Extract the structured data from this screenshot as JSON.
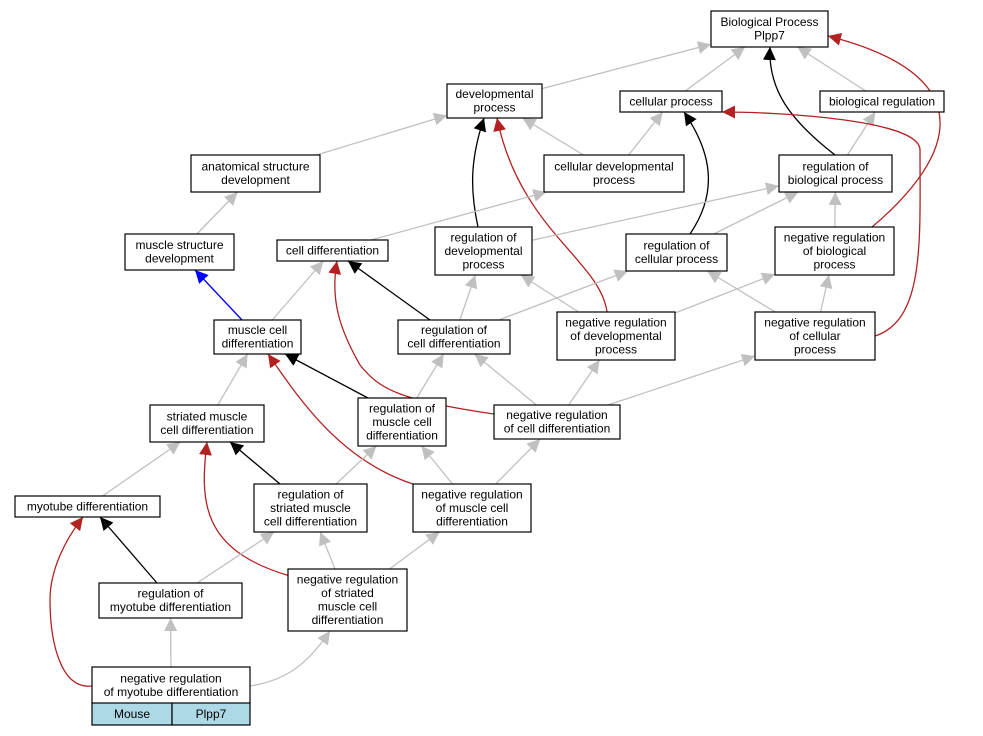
{
  "colors": {
    "is_a": "#c0c0c0",
    "regulates": "#000000",
    "negatively_regulates": "#b22222",
    "part_of": "#0000ff",
    "legend_fill": "#add8e6"
  },
  "nodes": {
    "bp": {
      "lines": [
        "Biological Process",
        "Plpp7"
      ]
    },
    "dev": {
      "lines": [
        "developmental",
        "process"
      ]
    },
    "cell": {
      "lines": [
        "cellular process"
      ]
    },
    "biolreg": {
      "lines": [
        "biological regulation"
      ]
    },
    "anat": {
      "lines": [
        "anatomical structure",
        "development"
      ]
    },
    "celldev": {
      "lines": [
        "cellular developmental",
        "process"
      ]
    },
    "regbio": {
      "lines": [
        "regulation of",
        "biological process"
      ]
    },
    "muscstr": {
      "lines": [
        "muscle structure",
        "development"
      ]
    },
    "celldiff": {
      "lines": [
        "cell differentiation"
      ]
    },
    "regdev": {
      "lines": [
        "regulation of",
        "developmental",
        "process"
      ]
    },
    "regcell": {
      "lines": [
        "regulation of",
        "cellular process"
      ]
    },
    "negregbio": {
      "lines": [
        "negative regulation",
        "of biological",
        "process"
      ]
    },
    "musccell": {
      "lines": [
        "muscle cell",
        "differentiation"
      ]
    },
    "regcelldiff": {
      "lines": [
        "regulation of",
        "cell differentiation"
      ]
    },
    "negregdev": {
      "lines": [
        "negative regulation",
        "of developmental",
        "process"
      ]
    },
    "negregcell": {
      "lines": [
        "negative regulation",
        "of cellular",
        "process"
      ]
    },
    "strmusc": {
      "lines": [
        "striated muscle",
        "cell differentiation"
      ]
    },
    "regmusc": {
      "lines": [
        "regulation of",
        "muscle cell",
        "differentiation"
      ]
    },
    "negregcelldiff": {
      "lines": [
        "negative regulation",
        "of cell differentiation"
      ]
    },
    "myotube": {
      "lines": [
        "myotube differentiation"
      ]
    },
    "regstr": {
      "lines": [
        "regulation of",
        "striated muscle",
        "cell differentiation"
      ]
    },
    "negregmusc": {
      "lines": [
        "negative regulation",
        "of muscle cell",
        "differentiation"
      ]
    },
    "regmyo": {
      "lines": [
        "regulation of",
        "myotube differentiation"
      ]
    },
    "negregstr": {
      "lines": [
        "negative regulation",
        "of striated",
        "muscle cell",
        "differentiation"
      ]
    },
    "negregmyo": {
      "lines": [
        "negative regulation",
        "of myotube differentiation"
      ]
    }
  },
  "legend": {
    "species": "Mouse",
    "gene": "Plpp7"
  },
  "edges": [
    {
      "from": "dev",
      "to": "bp",
      "type": "is_a"
    },
    {
      "from": "cell",
      "to": "bp",
      "type": "is_a"
    },
    {
      "from": "biolreg",
      "to": "bp",
      "type": "is_a"
    },
    {
      "from": "regbio",
      "to": "bp",
      "type": "regulates"
    },
    {
      "from": "negregbio",
      "to": "bp",
      "type": "negatively_regulates"
    },
    {
      "from": "anat",
      "to": "dev",
      "type": "is_a"
    },
    {
      "from": "celldev",
      "to": "dev",
      "type": "is_a"
    },
    {
      "from": "celldev",
      "to": "cell",
      "type": "is_a"
    },
    {
      "from": "regbio",
      "to": "biolreg",
      "type": "is_a"
    },
    {
      "from": "regdev",
      "to": "dev",
      "type": "regulates"
    },
    {
      "from": "negregdev",
      "to": "dev",
      "type": "negatively_regulates"
    },
    {
      "from": "regcell",
      "to": "cell",
      "type": "regulates"
    },
    {
      "from": "negregcell",
      "to": "cell",
      "type": "negatively_regulates"
    },
    {
      "from": "muscstr",
      "to": "anat",
      "type": "is_a"
    },
    {
      "from": "celldiff",
      "to": "celldev",
      "type": "is_a"
    },
    {
      "from": "regdev",
      "to": "regbio",
      "type": "is_a"
    },
    {
      "from": "regcell",
      "to": "regbio",
      "type": "is_a"
    },
    {
      "from": "negregbio",
      "to": "regbio",
      "type": "is_a"
    },
    {
      "from": "musccell",
      "to": "muscstr",
      "type": "part_of"
    },
    {
      "from": "musccell",
      "to": "celldiff",
      "type": "is_a"
    },
    {
      "from": "regcelldiff",
      "to": "celldiff",
      "type": "regulates"
    },
    {
      "from": "negregcelldiff",
      "to": "celldiff",
      "type": "negatively_regulates"
    },
    {
      "from": "regcelldiff",
      "to": "regdev",
      "type": "is_a"
    },
    {
      "from": "regcelldiff",
      "to": "regcell",
      "type": "is_a"
    },
    {
      "from": "negregdev",
      "to": "regdev",
      "type": "is_a"
    },
    {
      "from": "negregdev",
      "to": "negregbio",
      "type": "is_a"
    },
    {
      "from": "negregcell",
      "to": "regcell",
      "type": "is_a"
    },
    {
      "from": "negregcell",
      "to": "negregbio",
      "type": "is_a"
    },
    {
      "from": "strmusc",
      "to": "musccell",
      "type": "is_a"
    },
    {
      "from": "regmusc",
      "to": "musccell",
      "type": "regulates"
    },
    {
      "from": "negregmusc",
      "to": "musccell",
      "type": "negatively_regulates"
    },
    {
      "from": "regmusc",
      "to": "regcelldiff",
      "type": "is_a"
    },
    {
      "from": "negregcelldiff",
      "to": "regcelldiff",
      "type": "is_a"
    },
    {
      "from": "negregcelldiff",
      "to": "negregdev",
      "type": "is_a"
    },
    {
      "from": "negregcelldiff",
      "to": "negregcell",
      "type": "is_a"
    },
    {
      "from": "myotube",
      "to": "strmusc",
      "type": "is_a"
    },
    {
      "from": "regstr",
      "to": "strmusc",
      "type": "regulates"
    },
    {
      "from": "negregstr",
      "to": "strmusc",
      "type": "negatively_regulates"
    },
    {
      "from": "regstr",
      "to": "regmusc",
      "type": "is_a"
    },
    {
      "from": "negregmusc",
      "to": "regmusc",
      "type": "is_a"
    },
    {
      "from": "negregmusc",
      "to": "negregcelldiff",
      "type": "is_a"
    },
    {
      "from": "regmyo",
      "to": "myotube",
      "type": "regulates"
    },
    {
      "from": "negregmyo",
      "to": "myotube",
      "type": "negatively_regulates"
    },
    {
      "from": "regmyo",
      "to": "regstr",
      "type": "is_a"
    },
    {
      "from": "negregstr",
      "to": "regstr",
      "type": "is_a"
    },
    {
      "from": "negregstr",
      "to": "negregmusc",
      "type": "is_a"
    },
    {
      "from": "negregmyo",
      "to": "regmyo",
      "type": "is_a"
    },
    {
      "from": "negregmyo",
      "to": "negregstr",
      "type": "is_a"
    }
  ]
}
